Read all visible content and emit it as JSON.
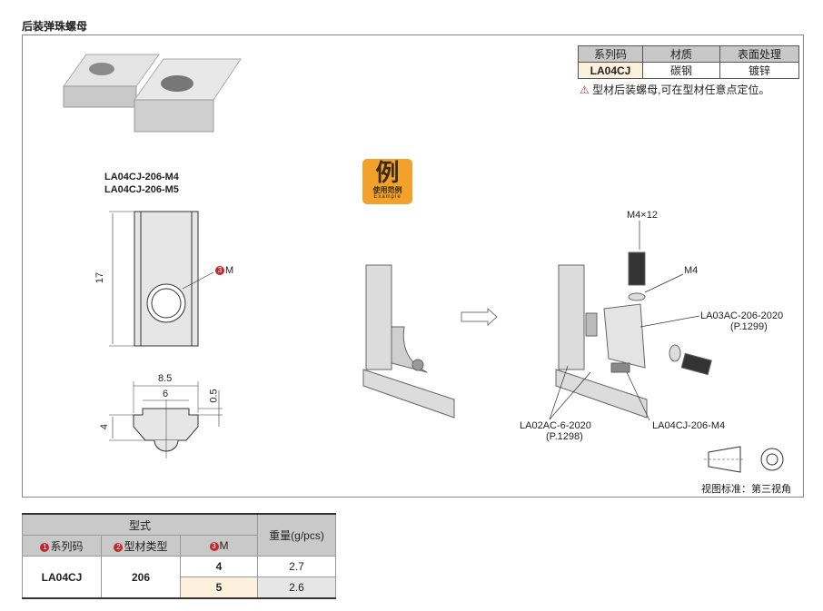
{
  "title": "后装弹珠螺母",
  "spec_table": {
    "headers": [
      "系列码",
      "材质",
      "表面处理"
    ],
    "row": [
      "LA04CJ",
      "碳钢",
      "镀锌"
    ]
  },
  "note": "型材后装螺母,可在型材任意点定位。",
  "part_codes": [
    "LA04CJ-206-M4",
    "LA04CJ-206-M5"
  ],
  "dimensions": {
    "length": "17",
    "width_outer": "8.5",
    "width_inner": "6",
    "height": "4",
    "step": "0.5",
    "thread_label": "M",
    "thread_num": "3"
  },
  "example_badge": {
    "char": "例",
    "label": "使用范例",
    "sub": "Example"
  },
  "callouts": {
    "screw": "M4×12",
    "washer": "M4",
    "bracket": "LA03AC-206-2020",
    "bracket_page": "(P.1299)",
    "cover": "LA02AC-6-2020",
    "cover_page": "(P.1298)",
    "nut": "LA04CJ-206-M4"
  },
  "projection": "视图标准：第三视角",
  "bottom_table": {
    "group_header": "型式",
    "weight_header": "重量(g/pcs)",
    "subheaders": [
      {
        "num": "1",
        "label": "系列码"
      },
      {
        "num": "2",
        "label": "型材类型"
      },
      {
        "num": "3",
        "label": "M"
      }
    ],
    "series": "LA04CJ",
    "profile": "206",
    "rows": [
      {
        "m": "4",
        "weight": "2.7"
      },
      {
        "m": "5",
        "weight": "2.6"
      }
    ]
  },
  "colors": {
    "accent": "#c0282d",
    "badge": "#f2a22a",
    "highlight": "#fdf0dc",
    "header": "#c8c8c8"
  }
}
